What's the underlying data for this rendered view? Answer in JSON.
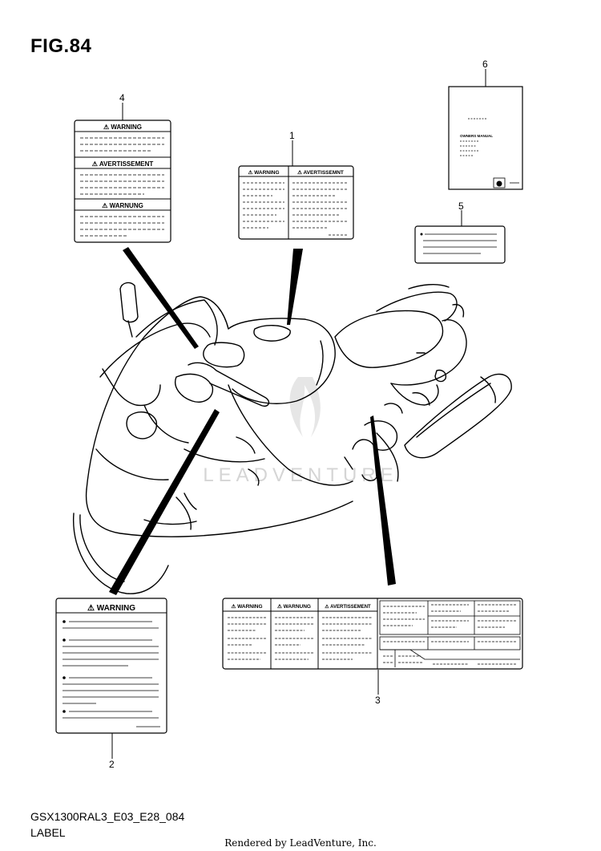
{
  "figure": {
    "title": "FIG.84"
  },
  "callouts": [
    "1",
    "2",
    "3",
    "4",
    "5",
    "6"
  ],
  "labels": {
    "warning": "WARNING",
    "avertissement": "AVERTISSEMENT",
    "avertissemnt": "AVERTISSEMNT",
    "warnung": "WARNUNG",
    "owners_manual": "OWNERS MANUAL",
    "warning_sign": "⚠"
  },
  "footer": {
    "model_code": "GSX1300RAL3_E03_E28_084",
    "section": "LABEL",
    "credit": "Rendered by LeadVenture, Inc."
  },
  "watermark": "LEADVENTURE",
  "colors": {
    "line": "#000000",
    "watermark": "#d8d8d8"
  }
}
